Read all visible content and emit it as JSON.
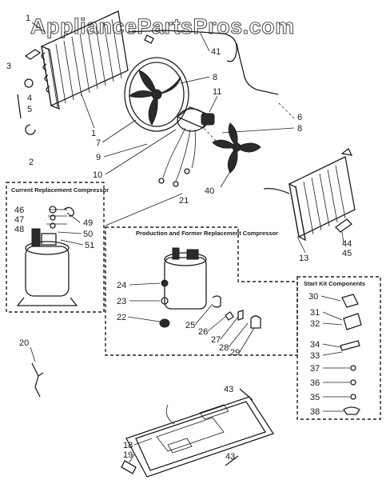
{
  "watermark": "AppliancePartsPros.com",
  "boxes": {
    "current_compressor": "Current Replacement Compressor",
    "production_compressor": "Production and Former Replacement Compressor",
    "start_kit": "Start Kit Components"
  },
  "callouts": [
    "1",
    "2",
    "3",
    "4",
    "5",
    "6",
    "7",
    "8",
    "8",
    "9",
    "10",
    "11",
    "13",
    "18",
    "19",
    "20",
    "21",
    "22",
    "23",
    "24",
    "25",
    "26",
    "27",
    "28",
    "29",
    "30",
    "31",
    "32",
    "33",
    "34",
    "35",
    "36",
    "37",
    "38",
    "40",
    "41",
    "43",
    "43",
    "44",
    "45",
    "46",
    "47",
    "48",
    "49",
    "50",
    "51"
  ]
}
